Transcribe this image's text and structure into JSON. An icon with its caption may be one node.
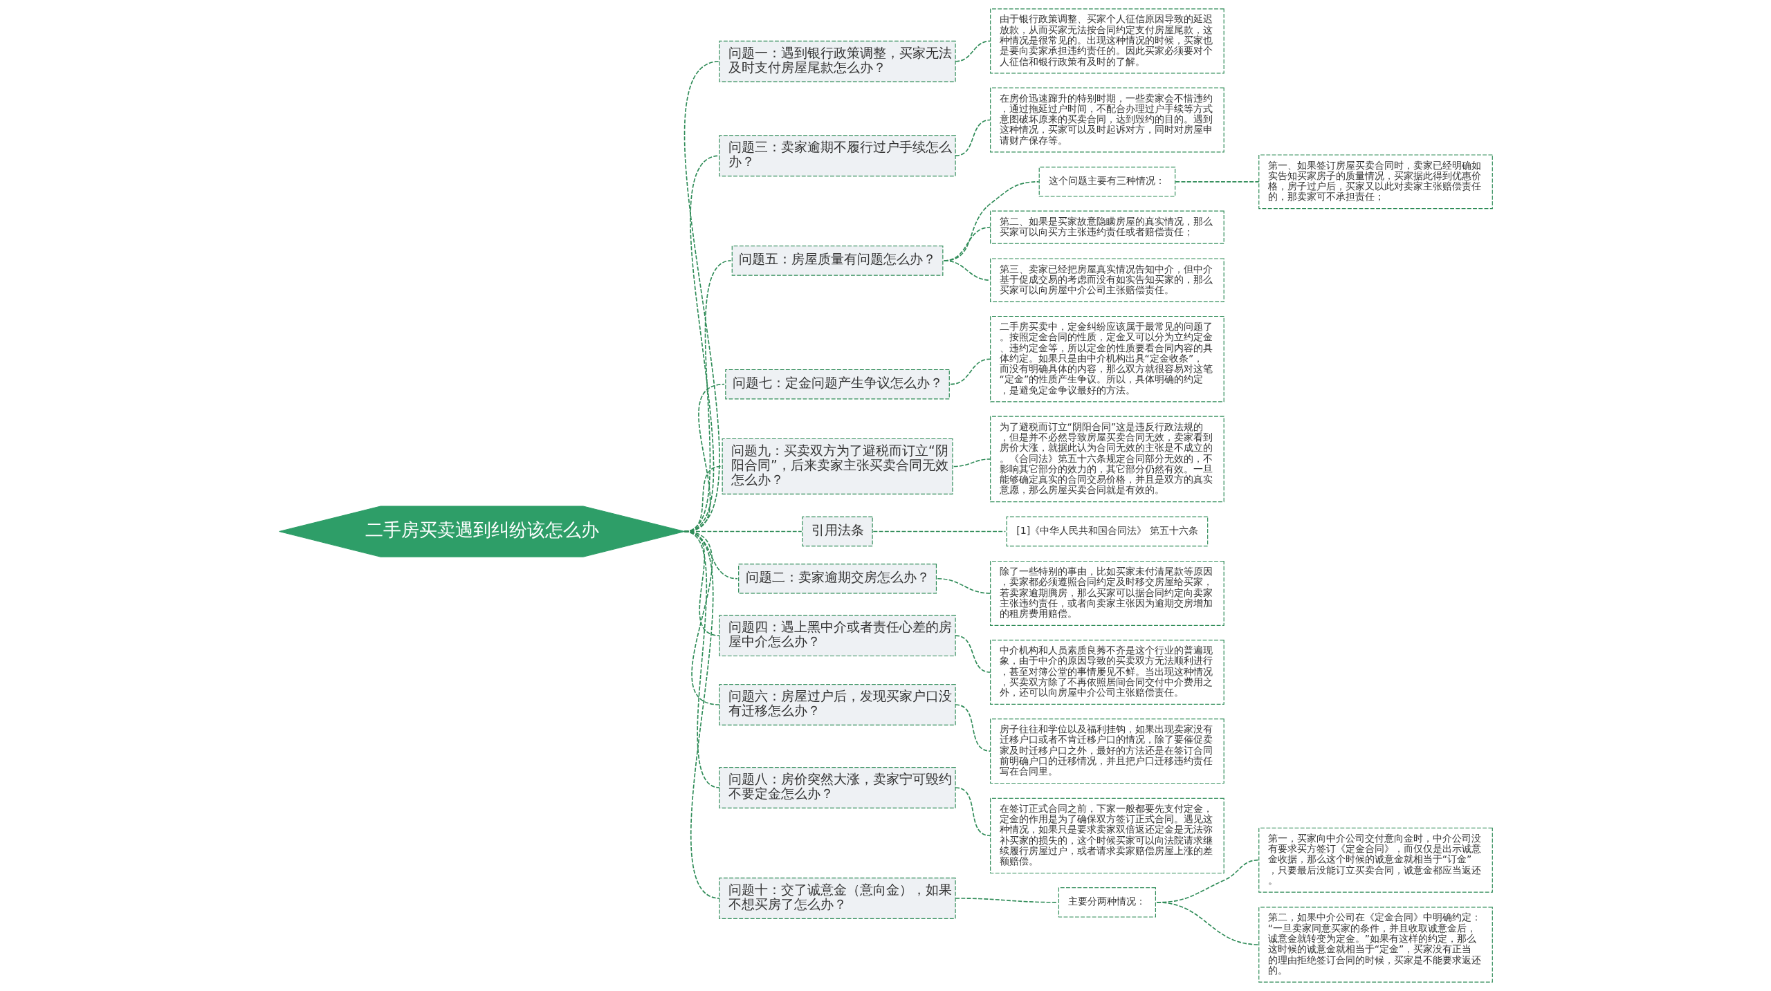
{
  "diagram": {
    "nodes": [
      {
        "text": [
          "二手房买卖遇到纠纷该怎么办"
        ]
      },
      {
        "text": [
          "问题一：遇到银行政策调整，买家无法及时支付房屋尾款怎么办？"
        ]
      },
      {
        "text": [
          "由于银行政策调整、买家个人征信原因导致的延迟放款，从而买家无法按合同约定支付房屋尾款，这种情况是很常见的。出现这种情况的时候，买家也是要向卖家承担违约责任的。因此买家必须要对个人征信和银行政策有及时的了解。"
        ]
      },
      {
        "text": [
          "问题三：卖家逾期不履行过户手续怎么办？"
        ]
      },
      {
        "text": [
          "在房价迅速蹿升的特别时期，一些卖家会不惜违约，通过拖延过户时间，不配合办理过户手续等方式意图破坏原来的买卖合同，达到毁约的目的。遇到这种情况，买家可以及时起诉对方，同时对房屋申请财产保存等。"
        ]
      },
      {
        "text": [
          "问题五：房屋质量有问题怎么办？"
        ]
      },
      {
        "text": [
          "这个问题主要有三种情况："
        ]
      },
      {
        "text": [
          "第一、如果签订房屋买卖合同时，卖家已经明确如实告知买家房子的质量情况，买家据此得到优惠价格，房子过户后，买家又以此对卖家主张赔偿责任的，那卖家可不承担责任；"
        ]
      },
      {
        "text": [
          "第二、如果是买家故意隐瞒房屋的真实情况，那么买家可以向买方主张违约责任或者赔偿责任；"
        ]
      },
      {
        "text": [
          "第三、卖家已经把房屋真实情况告知中介，但中介基于促成交易的考虑而没有如实告知买家的，那么买家可以向房屋中介公司主张赔偿责任。"
        ]
      },
      {
        "text": [
          "问题七：定金问题产生争议怎么办？"
        ]
      },
      {
        "text": [
          "二手房买卖中，定金纠纷应该属于最常见的问题了。按照定金合同的性质，定金又可以分为立约定金、违约定金等，所以定金的性质要看合同内容的具体约定。如果只是由中介机构出具“定金收条”，而没有明确具体的内容，那么双方就很容易对这笔“定金”的性质产生争议。所以，具体明确的约定，是避免定金争议最好的方法。"
        ]
      },
      {
        "text": [
          "问题九：买卖双方为了避税而订立“阴阳合同”，后来卖家主张买卖合同无效怎么办？"
        ]
      },
      {
        "text": [
          "为了避税而订立“阴阳合同”这是违反行政法规的，但是并不必然导致房屋买卖合同无效，卖家看到房价大涨，就据此认为合同无效的主张是不成立的。《合同法》第五十六条规定合同部分无效的，不影响其它部分的效力的，其它部分仍然有效。一旦能够确定真实的合同交易价格，并且是双方的真实意愿，那么房屋买卖合同就是有效的。"
        ]
      },
      {
        "text": [
          "引用法条"
        ]
      },
      {
        "text": [
          "[1]《中华人民共和国合同法》 第五十六条"
        ]
      },
      {
        "text": [
          "问题二：卖家逾期交房怎么办？"
        ]
      },
      {
        "text": [
          "除了一些特别的事由，比如买家未付清尾款等原因，卖家都必须遵照合同约定及时移交房屋给买家，若卖家逾期腾房，那么买家可以据合同约定向卖家主张违约责任，或者向卖家主张因为逾期交房增加的租房费用赔偿。"
        ]
      },
      {
        "text": [
          "问题四：遇上黑中介或者责任心差的房屋中介怎么办？"
        ]
      },
      {
        "text": [
          "中介机构和人员素质良莠不齐是这个行业的普遍现象，由于中介的原因导致的买卖双方无法顺利进行，甚至对簿公堂的事情屡见不鲜。当出现这种情况，买卖双方除了不再依照居间合同交付中介费用之外，还可以向房屋中介公司主张赔偿责任。"
        ]
      },
      {
        "text": [
          "问题六：房屋过户后，发现买家户口没有迁移怎么办？"
        ]
      },
      {
        "text": [
          "房子往往和学位以及福利挂钩，如果出现卖家没有迁移户口或者不肯迁移户口的情况，除了要催促卖家及时迁移户口之外，最好的方法还是在签订合同前明确户口的迁移情况，并且把户口迁移违约责任写在合同里。"
        ]
      },
      {
        "text": [
          "问题八：房价突然大涨，卖家宁可毁约不要定金怎么办？"
        ]
      },
      {
        "text": [
          "在签订正式合同之前，下家一般都要先支付定金，定金的作用是为了确保双方签订正式合同。遇见这种情况，如果只是要求卖家双倍返还定金是无法弥补买家的损失的，这个时候买家可以向法院请求继续履行房屋过户，或者请求卖家赔偿房屋上涨的差额赔偿。"
        ]
      },
      {
        "text": [
          "问题十：交了诚意金（意向金），如果不想买房了怎么办？"
        ]
      },
      {
        "text": [
          "主要分两种情况："
        ]
      },
      {
        "text": [
          "第一，买家向中介公司交付意向金时，中介公司没有要求买方签订《定金合同》，而仅仅是出示诚意金收据，那么这个时候的诚意金就相当于“订金”，只要最后没能订立买卖合同，诚意金都应当返还。"
        ]
      },
      {
        "text": [
          "第二，如果中介公司在《定金合同》中明确约定：“一旦卖家同意买家的条件，并且收取诚意金后，诚意金就转变为定金。”如果有这样的约定，那么这时候的诚意金就相当于“定金”，买家没有正当的理由拒绝签订合同的时候，买家是不能要求返还的。"
        ]
      }
    ],
    "edges": [
      {
        "from": 0,
        "to": 1,
        "arrow": "none",
        "style": "dashed"
      },
      {
        "from": 1,
        "to": 2,
        "arrow": "none",
        "style": "dashed"
      },
      {
        "from": 0,
        "to": 3,
        "arrow": "none",
        "style": "dashed"
      },
      {
        "from": 3,
        "to": 4,
        "arrow": "none",
        "style": "dashed"
      },
      {
        "from": 0,
        "to": 5,
        "arrow": "none",
        "style": "dashed"
      },
      {
        "from": 5,
        "to": 6,
        "arrow": "none",
        "style": "dashed"
      },
      {
        "from": 6,
        "to": 7,
        "arrow": "none",
        "style": "dashed"
      },
      {
        "from": 5,
        "to": 8,
        "arrow": "none",
        "style": "dashed"
      },
      {
        "from": 5,
        "to": 9,
        "arrow": "none",
        "style": "dashed"
      },
      {
        "from": 0,
        "to": 10,
        "arrow": "none",
        "style": "dashed"
      },
      {
        "from": 10,
        "to": 11,
        "arrow": "none",
        "style": "dashed"
      },
      {
        "from": 0,
        "to": 12,
        "arrow": "none",
        "style": "dashed"
      },
      {
        "from": 12,
        "to": 13,
        "arrow": "none",
        "style": "dashed"
      },
      {
        "from": 0,
        "to": 14,
        "arrow": "none",
        "style": "dashed"
      },
      {
        "from": 14,
        "to": 15,
        "arrow": "none",
        "style": "dashed"
      },
      {
        "from": 0,
        "to": 16,
        "arrow": "none",
        "style": "dashed"
      },
      {
        "from": 16,
        "to": 17,
        "arrow": "none",
        "style": "dashed"
      },
      {
        "from": 0,
        "to": 18,
        "arrow": "none",
        "style": "dashed"
      },
      {
        "from": 18,
        "to": 19,
        "arrow": "none",
        "style": "dashed"
      },
      {
        "from": 0,
        "to": 20,
        "arrow": "none",
        "style": "dashed"
      },
      {
        "from": 20,
        "to": 21,
        "arrow": "none",
        "style": "dashed"
      },
      {
        "from": 0,
        "to": 22,
        "arrow": "none",
        "style": "dashed"
      },
      {
        "from": 22,
        "to": 23,
        "arrow": "none",
        "style": "dashed"
      },
      {
        "from": 0,
        "to": 24,
        "arrow": "none",
        "style": "dashed"
      },
      {
        "from": 24,
        "to": 25,
        "arrow": "none",
        "style": "dashed"
      },
      {
        "from": 25,
        "to": 26,
        "arrow": "none",
        "style": "dashed"
      },
      {
        "from": 25,
        "to": 27,
        "arrow": "none",
        "style": "dashed"
      }
    ]
  }
}
